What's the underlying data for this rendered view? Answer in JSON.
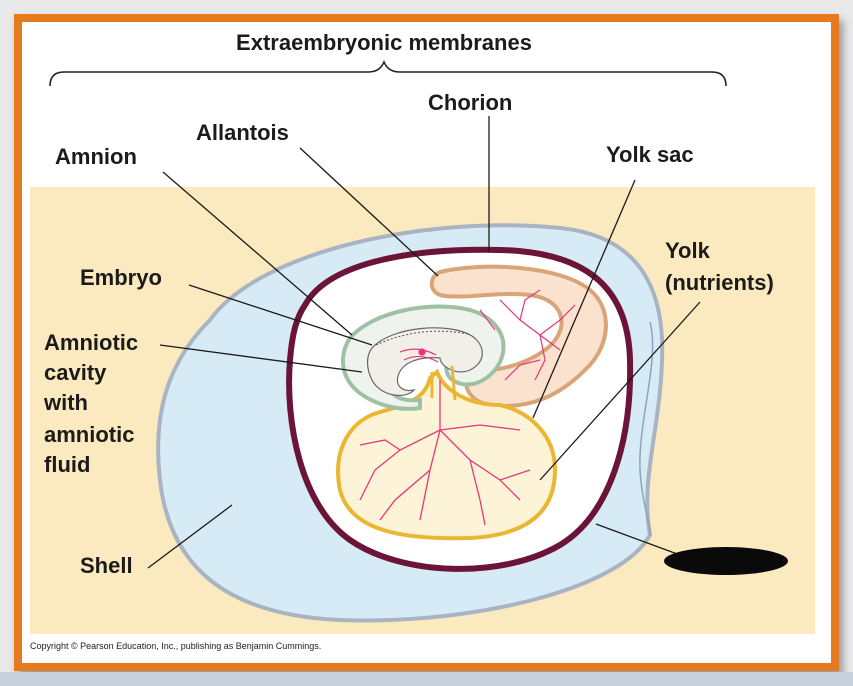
{
  "diagram": {
    "title": "Extraembryonic membranes",
    "labels": {
      "chorion": "Chorion",
      "allantois": "Allantois",
      "amnion": "Amnion",
      "yolk_sac": "Yolk sac",
      "embryo": "Embryo",
      "yolk_line1": "Yolk",
      "yolk_line2": "(nutrients)",
      "amniotic_line1": "Amniotic",
      "amniotic_line2": "cavity",
      "amniotic_line3": "with",
      "amniotic_line4": "amniotic",
      "amniotic_line5": "fluid",
      "shell": "Shell"
    },
    "copyright": "Copyright © Pearson Education, Inc., publishing as Benjamin Cummings."
  },
  "colors": {
    "frame": "#e67a1f",
    "background": "#fbe9bf",
    "albumen": "#d6ebf6",
    "chorion": "#6b1438",
    "allantois": "#d9a578",
    "amnion": "#9ec1a3",
    "yolk_sac": "#e9b731",
    "vessels": "#e8357a"
  }
}
